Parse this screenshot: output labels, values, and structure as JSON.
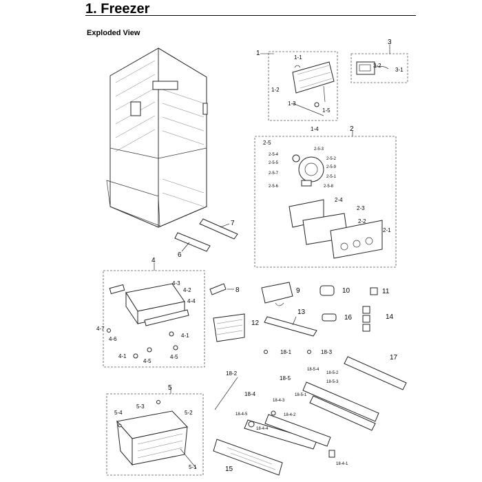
{
  "header": {
    "title": "1.  Freezer",
    "subtitle": "Exploded View"
  },
  "labels": {
    "p1": "1",
    "p1_1": "1-1",
    "p1_2": "1-2",
    "p1_3": "1-3",
    "p1_4": "1-4",
    "p1_5": "1-5",
    "p2": "2",
    "p2_1": "2-1",
    "p2_2": "2-2",
    "p2_3": "2-3",
    "p2_4": "2-4",
    "p2_5": "2-5",
    "p2_5_1": "2-5-1",
    "p2_5_2": "2-5-2",
    "p2_5_3": "2-5-3",
    "p2_5_4": "2-5-4",
    "p2_5_5": "2-5-5",
    "p2_5_6": "2-5-6",
    "p2_5_7": "2-5-7",
    "p2_5_8": "2-5-8",
    "p2_5_9": "2-5-9",
    "p3": "3",
    "p3_1": "3-1",
    "p3_2": "3-2",
    "p4": "4",
    "p4_1a": "4-1",
    "p4_1b": "4-1",
    "p4_2": "4-2",
    "p4_3": "4-3",
    "p4_4": "4-4",
    "p4_5a": "4-5",
    "p4_5b": "4-5",
    "p4_6": "4-6",
    "p4_7": "4-7",
    "p5": "5",
    "p5_1": "5-1",
    "p5_2": "5-2",
    "p5_3": "5-3",
    "p5_4": "5-4",
    "p6": "6",
    "p7": "7",
    "p8": "8",
    "p9": "9",
    "p10": "10",
    "p11": "11",
    "p12": "12",
    "p13": "13",
    "p14": "14",
    "p15": "15",
    "p16": "16",
    "p17": "17",
    "p18_1": "18-1",
    "p18_2": "18-2",
    "p18_3": "18-3",
    "p18_4": "18-4",
    "p18_5": "18-5",
    "p18_4_1": "18-4-1",
    "p18_4_2": "18-4-2",
    "p18_4_3": "18-4-3",
    "p18_4_4": "18-4-4",
    "p18_4_5": "18-4-5",
    "p18_5_1": "18-5-1",
    "p18_5_2": "18-5-2",
    "p18_5_3": "18-5-3",
    "p18_5_4": "18-5-4"
  }
}
